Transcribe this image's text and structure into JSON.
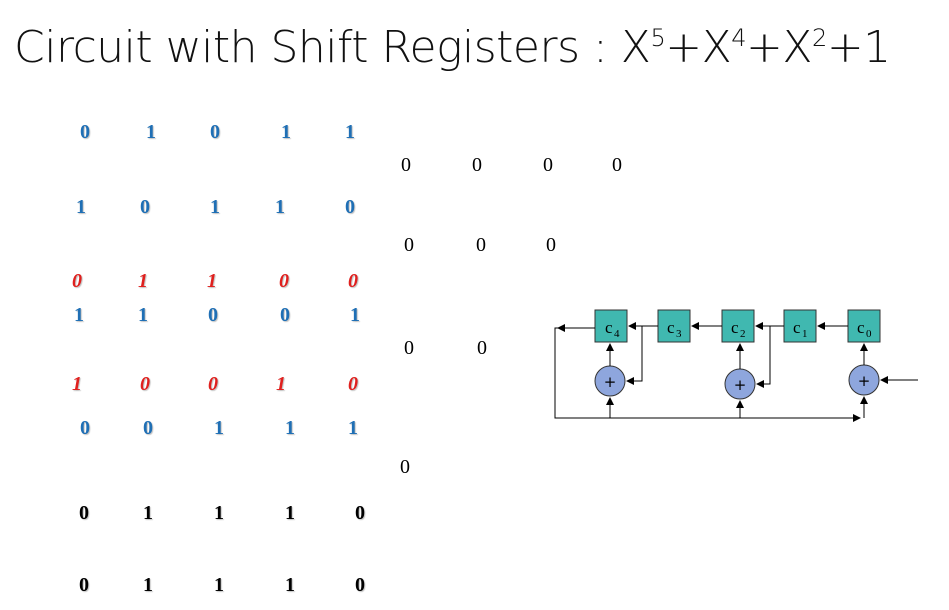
{
  "title": {
    "text": "Circuit with Shift Registers :  X",
    "exp1": "5",
    "t2": "+X",
    "exp2": "4",
    "t3": "+X",
    "exp3": "2",
    "t4": "+1"
  },
  "rows": {
    "r1": [
      "0",
      "1",
      "0",
      "1",
      "1"
    ],
    "r1_rem": [
      "0",
      "0",
      "0",
      "0"
    ],
    "r2": [
      "1",
      "0",
      "1",
      "1",
      "0"
    ],
    "r2_rem": [
      "0",
      "0",
      "0"
    ],
    "r3": [
      "0",
      "1",
      "1",
      "0",
      "0"
    ],
    "r4": [
      "1",
      "1",
      "0",
      "0",
      "1"
    ],
    "r4_rem": [
      "0",
      "0"
    ],
    "r5": [
      "1",
      "0",
      "0",
      "1",
      "0"
    ],
    "r6": [
      "0",
      "0",
      "1",
      "1",
      "1"
    ],
    "r6_rem": [
      "0"
    ],
    "r7": [
      "0",
      "1",
      "1",
      "1",
      "0"
    ],
    "r8": [
      "0",
      "1",
      "1",
      "1",
      "0"
    ]
  },
  "circuit": {
    "registers": [
      "c4",
      "c3",
      "c2",
      "c1",
      "c0"
    ],
    "register_letter": "c",
    "register_indices": [
      "4",
      "3",
      "2",
      "1",
      "0"
    ],
    "adder_symbol": "+",
    "register_color": "#40b8b0",
    "adder_color": "#8ea6dd"
  },
  "colors": {
    "blue": "#1f6fb5",
    "red": "#e0201e",
    "black": "#000000"
  }
}
